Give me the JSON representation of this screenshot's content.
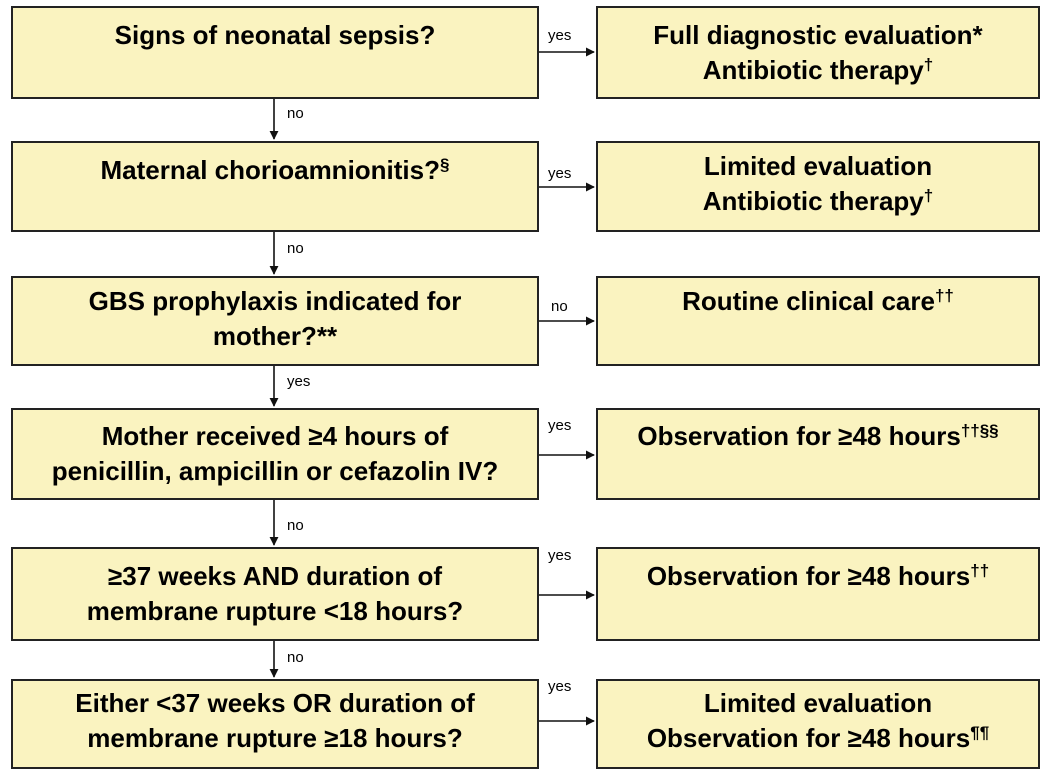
{
  "nodes": [
    {
      "id": "q1",
      "lines": [
        {
          "text": "Signs of neonatal sepsis?",
          "sup": ""
        }
      ]
    },
    {
      "id": "a1",
      "lines": [
        {
          "text": "Full diagnostic evaluation*",
          "sup": ""
        },
        {
          "text": "Antibiotic therapy",
          "sup": "†"
        }
      ]
    },
    {
      "id": "q2",
      "lines": [
        {
          "text": "Maternal chorioamnionitis?",
          "sup": "§"
        }
      ]
    },
    {
      "id": "a2",
      "lines": [
        {
          "text": "Limited evaluation",
          "sup": ""
        },
        {
          "text": "Antibiotic therapy",
          "sup": "†"
        }
      ]
    },
    {
      "id": "q3",
      "lines": [
        {
          "text": "GBS prophylaxis indicated for",
          "sup": ""
        },
        {
          "text": "mother?**",
          "sup": ""
        }
      ]
    },
    {
      "id": "a3",
      "lines": [
        {
          "text": "Routine clinical care",
          "sup": "††"
        }
      ]
    },
    {
      "id": "q4",
      "lines": [
        {
          "text": "Mother received ≥4 hours of",
          "sup": ""
        },
        {
          "text": "penicillin, ampicillin or cefazolin IV?",
          "sup": ""
        }
      ]
    },
    {
      "id": "a4",
      "lines": [
        {
          "text": "Observation for ≥48 hours",
          "sup": "††§§"
        }
      ]
    },
    {
      "id": "q5",
      "lines": [
        {
          "text": "≥37 weeks AND duration of",
          "sup": ""
        },
        {
          "text": "membrane rupture <18 hours?",
          "sup": ""
        }
      ]
    },
    {
      "id": "a5",
      "lines": [
        {
          "text": "Observation for ≥48 hours",
          "sup": "††"
        }
      ]
    },
    {
      "id": "q6",
      "lines": [
        {
          "text": "Either <37 weeks OR duration of",
          "sup": ""
        },
        {
          "text": "membrane rupture ≥18 hours?",
          "sup": ""
        }
      ]
    },
    {
      "id": "a6",
      "lines": [
        {
          "text": "Limited evaluation",
          "sup": ""
        },
        {
          "text": "Observation for ≥48 hours",
          "sup": "¶¶"
        }
      ]
    }
  ],
  "edges": [
    {
      "from": "q1",
      "to": "a1",
      "label": "yes"
    },
    {
      "from": "q1",
      "to": "q2",
      "label": "no"
    },
    {
      "from": "q2",
      "to": "a2",
      "label": "yes"
    },
    {
      "from": "q2",
      "to": "q3",
      "label": "no"
    },
    {
      "from": "q3",
      "to": "a3",
      "label": "no"
    },
    {
      "from": "q3",
      "to": "q4",
      "label": "yes"
    },
    {
      "from": "q4",
      "to": "a4",
      "label": "yes"
    },
    {
      "from": "q4",
      "to": "q5",
      "label": "no"
    },
    {
      "from": "q5",
      "to": "a5",
      "label": "yes"
    },
    {
      "from": "q5",
      "to": "q6",
      "label": "no"
    },
    {
      "from": "q6",
      "to": "a6",
      "label": "yes"
    }
  ],
  "colors": {
    "box_fill": "#faf3c0",
    "box_border": "#222222",
    "arrow": "#111111",
    "text": "#000000"
  }
}
